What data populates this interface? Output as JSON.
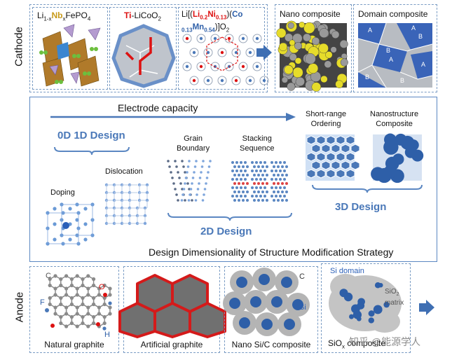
{
  "side_labels": {
    "cathode": "Cathode",
    "anode": "Anode"
  },
  "cathode": {
    "panels": [
      {
        "pre": "Li",
        "sub1": "1-x",
        "mid": "Nb",
        "sub2": "x",
        "post": "FePO",
        "sub3": "4"
      },
      {
        "ti": "Ti",
        "rest": "-LiCoO",
        "sub": "2"
      },
      {
        "line1_a": "Li[(",
        "li": "Li",
        "li_sub": "0.2",
        "ni": "Ni",
        "ni_sub": "0.13",
        "line1_b": ")(",
        "co": "Co",
        "co_sub": "0.13",
        "mn": "Mn",
        "mn_sub": "0.54",
        "line2_tail": ")]O",
        "o_sub": "2"
      }
    ],
    "nano_composite": "Nano composite",
    "domain_composite": "Domain composite",
    "domain_letters": [
      "A",
      "B",
      "B",
      "A",
      "A",
      "B",
      "A",
      "B"
    ]
  },
  "middle": {
    "electrode_capacity": "Electrode capacity",
    "design_0d1d": "0D 1D Design",
    "design_2d": "2D Design",
    "design_3d": "3D Design",
    "doping": "Doping",
    "dislocation": "Dislocation",
    "grain_boundary": "Grain\nBoundary",
    "stacking_sequence": "Stacking\nSequence",
    "short_range": "Short-range\nOrdering",
    "nanostructure": "Nanostructure\nComposite",
    "footer": "Design Dimensionality of Structure Modification Strategy"
  },
  "anode": {
    "natural_graphite": "Natural graphite",
    "artificial_graphite": "Artificial graphite",
    "nano_sic": "Nano Si/C composite",
    "sio_composite": "SiO",
    "sio_composite_sub": "x",
    "sio_composite_tail": " composite",
    "atom_c": "C",
    "atom_o": "O",
    "atom_f": "F",
    "atom_h": "H",
    "c_label": "C",
    "si_label": "Si",
    "si_domain": "Si domain",
    "sio2": "SiO",
    "sio2_sub": "2",
    "matrix": "matrix"
  },
  "watermark": "知乎 @能源学人",
  "colors": {
    "accent_blue": "#4a78b8",
    "red": "#d11",
    "dashed_border": "#7a9cc4"
  }
}
